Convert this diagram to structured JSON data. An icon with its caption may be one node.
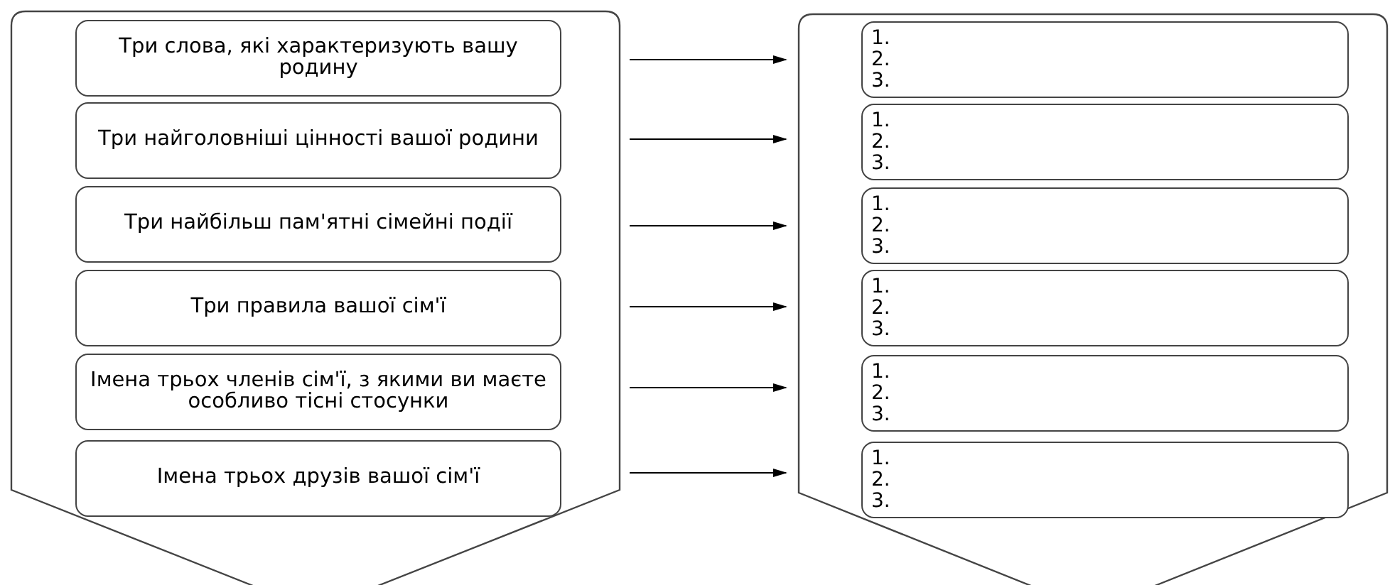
{
  "diagram": {
    "nodes": [
      {
        "text": [],
        "shape": "pentagon"
      },
      {
        "text": [
          "Три слова, які характеризують вашу родину"
        ],
        "in": 0
      },
      {
        "text": [
          "Три найголовніші цінності вашої родини"
        ],
        "in": 0
      },
      {
        "text": [
          "Три найбільш пам'ятні сімейні події"
        ],
        "in": 0
      },
      {
        "text": [
          "Три правила вашої сім'ї"
        ],
        "in": 0
      },
      {
        "text": [
          "Імена трьох членів сім'ї, з якими ви маєте особливо тісні стосунки"
        ],
        "in": 0
      },
      {
        "text": [
          "Імена трьох друзів вашої сім'ї"
        ],
        "in": 0
      },
      {
        "text": [],
        "shape": "pentagon"
      },
      {
        "text": [
          "1.",
          "2.",
          "3."
        ],
        "in": 7
      },
      {
        "text": [
          "1.",
          "2.",
          "3."
        ],
        "in": 7
      },
      {
        "text": [
          "1.",
          "2.",
          "3."
        ],
        "in": 7
      },
      {
        "text": [
          "1.",
          "2.",
          "3."
        ],
        "in": 7
      },
      {
        "text": [
          "1.",
          "2.",
          "3."
        ],
        "in": 7
      },
      {
        "text": [
          "1.",
          "2.",
          "3."
        ],
        "in": 7
      }
    ],
    "edges": [
      {
        "from": 0,
        "to": 7,
        "arrow": "to"
      },
      {
        "from": 0,
        "to": 7,
        "arrow": "to"
      },
      {
        "from": 0,
        "to": 7,
        "arrow": "to"
      },
      {
        "from": 0,
        "to": 7,
        "arrow": "to"
      },
      {
        "from": 0,
        "to": 7,
        "arrow": "to"
      },
      {
        "from": 0,
        "to": 7,
        "arrow": "to"
      }
    ]
  }
}
